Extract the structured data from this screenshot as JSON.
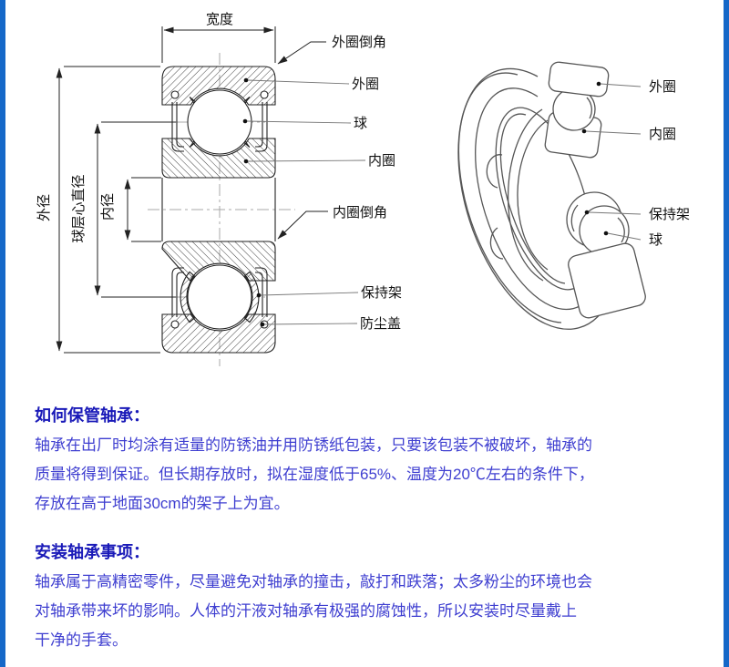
{
  "page": {
    "border_color": "#1568c8",
    "heading_color": "#1a1ab8",
    "body_color": "#3e3ed0",
    "line_color": "#222222"
  },
  "cross_section": {
    "dim_width": "宽度",
    "dim_outer_diameter": "外径",
    "dim_pitch_diameter": "球层心直径",
    "dim_bore_diameter": "内径",
    "label_outer_ring_chamfer": "外圈倒角",
    "label_outer_ring": "外圈",
    "label_ball": "球",
    "label_inner_ring": "内圈",
    "label_inner_ring_chamfer": "内圈倒角",
    "label_cage": "保持架",
    "label_dust_cover": "防尘盖"
  },
  "iso_view": {
    "label_outer_ring": "外圈",
    "label_inner_ring": "内圈",
    "label_cage": "保持架",
    "label_ball": "球"
  },
  "sections": [
    {
      "title": "如何保管轴承：",
      "lines": [
        "轴承在出厂时均涂有适量的防锈油并用防锈纸包装，只要该包装不被破坏，轴承的",
        "质量将得到保证。但长期存放时，拟在湿度低于65%、温度为20℃左右的条件下，",
        "存放在高于地面30cm的架子上为宜。"
      ]
    },
    {
      "title": "安装轴承事项：",
      "lines": [
        "轴承属于高精密零件，尽量避免对轴承的撞击，敲打和跌落；太多粉尘的环境也会",
        "对轴承带来坏的影响。人体的汗液对轴承有极强的腐蚀性，所以安装时尽量戴上",
        "干净的手套。"
      ]
    }
  ]
}
